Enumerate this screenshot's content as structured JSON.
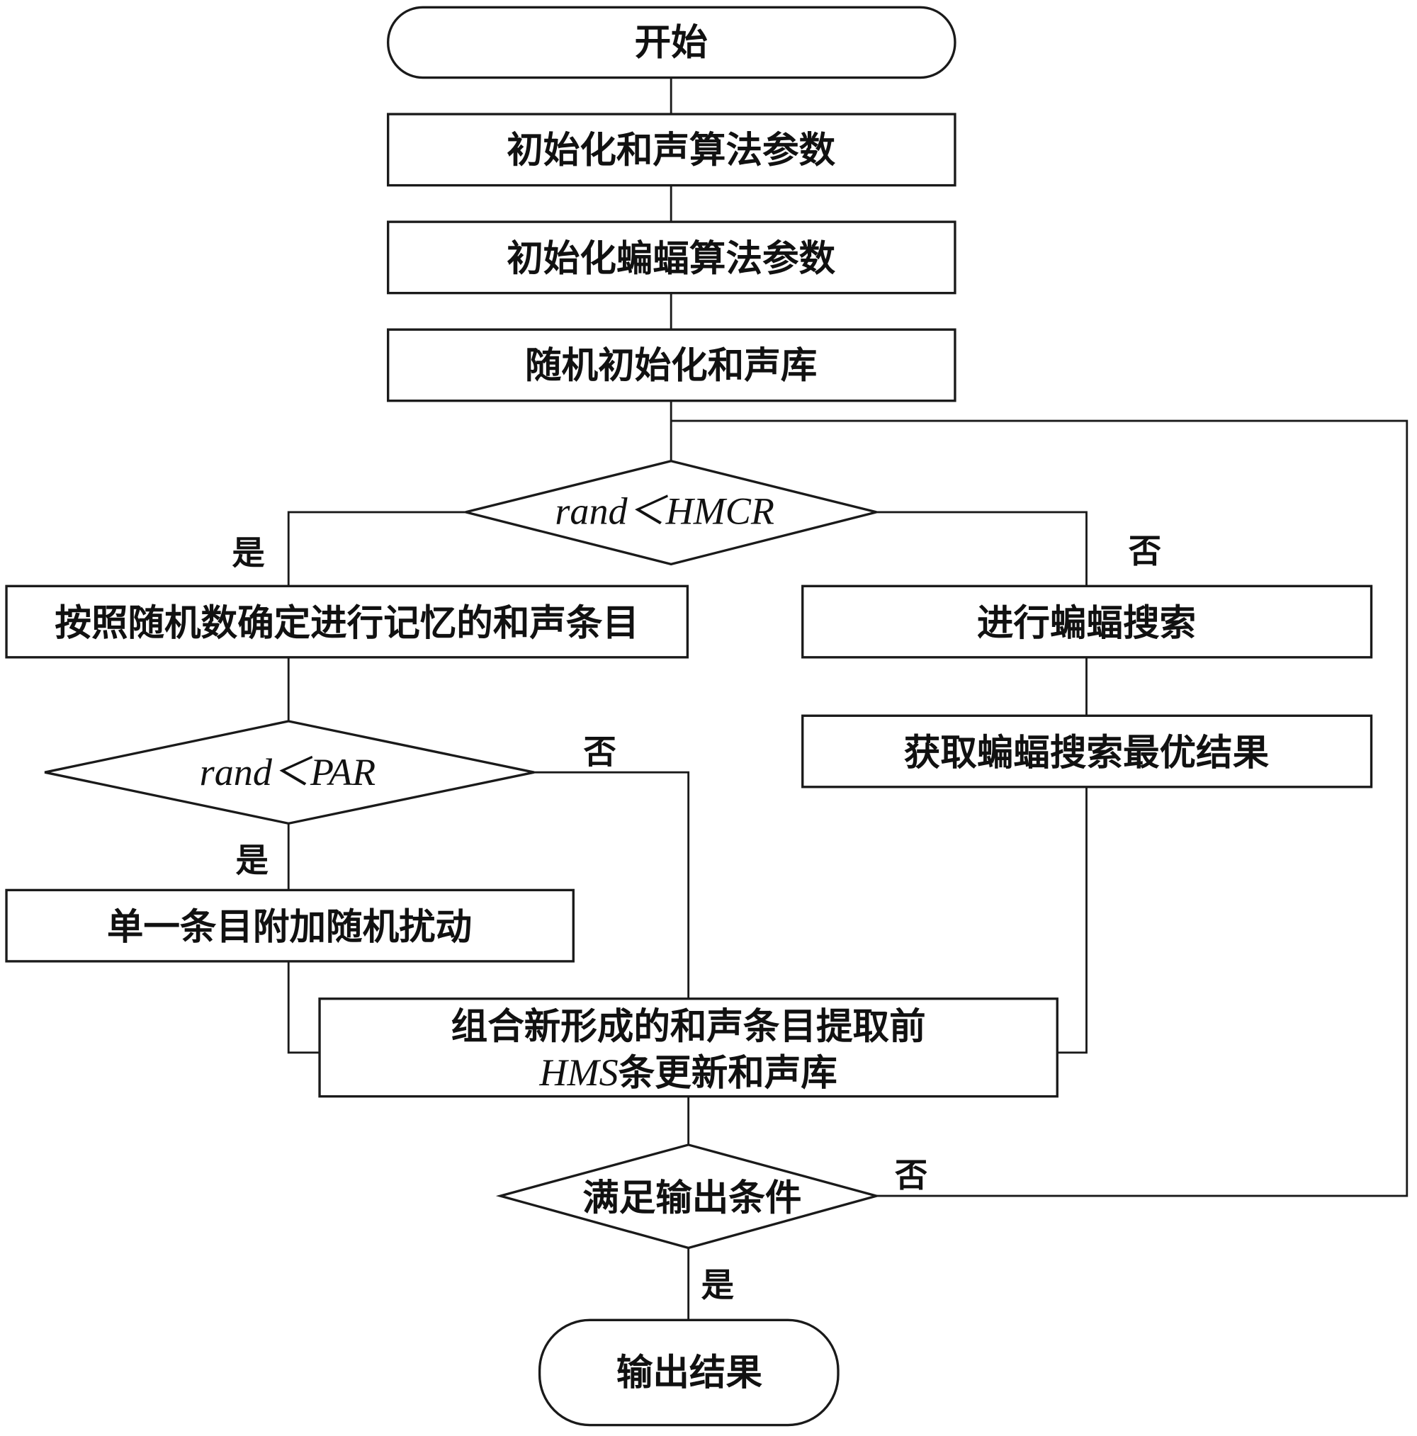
{
  "diagram": {
    "type": "flowchart",
    "nodes": {
      "start": "开始",
      "init_hs": "初始化和声算法参数",
      "init_bat": "初始化蝙蝠算法参数",
      "init_hm": "随机初始化和声库",
      "cond_hmcr": "rand＜HMCR",
      "memory_select": "按照随机数确定进行记忆的和声条目",
      "bat_search": "进行蝙蝠搜索",
      "bat_best": "获取蝙蝠搜索最优结果",
      "cond_par": "rand＜PAR",
      "perturb": "单一条目附加随机扰动",
      "combine_line1": "组合新形成的和声条目提取前",
      "combine_line2_math": "HMS",
      "combine_line2_text": "条更新和声库",
      "cond_output": "满足输出条件",
      "end": "输出结果"
    },
    "labels": {
      "hmcr_yes": "是",
      "hmcr_no": "否",
      "par_yes": "是",
      "par_no": "否",
      "output_yes": "是",
      "output_no": "否"
    }
  }
}
